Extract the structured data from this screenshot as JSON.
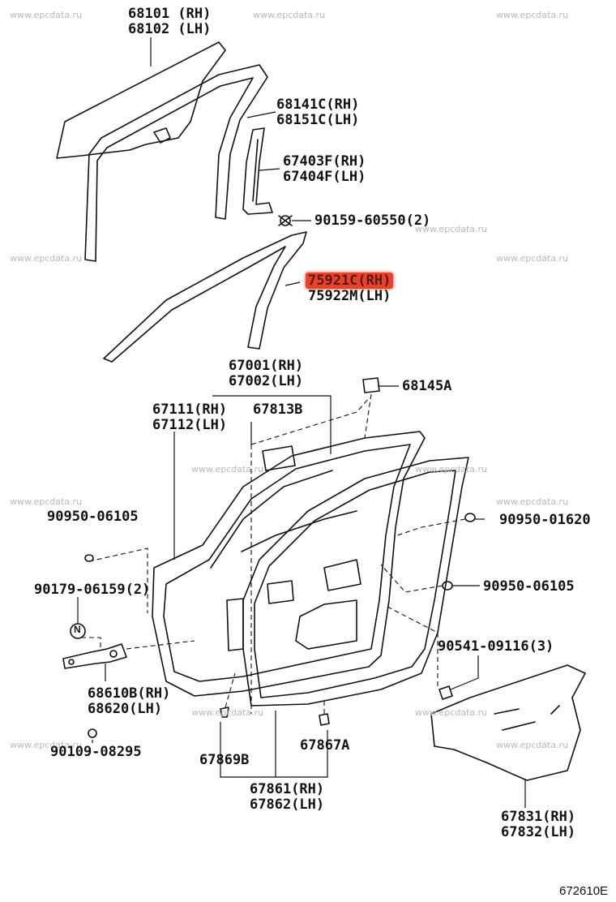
{
  "watermark": "www.epcdata.ru",
  "diagram_code": "672610E",
  "highlight_color": "#e8412c",
  "parts": {
    "glass": [
      "68101 (RH)",
      "68102 (LH)"
    ],
    "run_channel": [
      "68141C(RH)",
      "68151C(LH)"
    ],
    "division_bar": [
      "67403F(RH)",
      "67404F(LH)"
    ],
    "screw_a": "90159-60550(2)",
    "moulding": [
      "75921C(RH)",
      "75922M(LH)"
    ],
    "door_panel": [
      "67001(RH)",
      "67002(LH)"
    ],
    "stopper": "68145A",
    "outer_panel": [
      "67111(RH)",
      "67112(LH)"
    ],
    "pad": "67813B",
    "plug_a": "90950-06105",
    "plug_b": "90950-01620",
    "bolt_a": "90179-06159(2)",
    "nut_symbol": "N",
    "plug_c": "90950-06105",
    "clip_a": "90541-09116(3)",
    "hinge": [
      "68610B(RH)",
      "68620(LH)"
    ],
    "bolt_b": "90109-08295",
    "clip_b": "67869B",
    "clip_c": "67867A",
    "weatherstrip": [
      "67861(RH)",
      "67862(LH)"
    ],
    "service_hole_cover": [
      "67831(RH)",
      "67832(LH)"
    ]
  }
}
